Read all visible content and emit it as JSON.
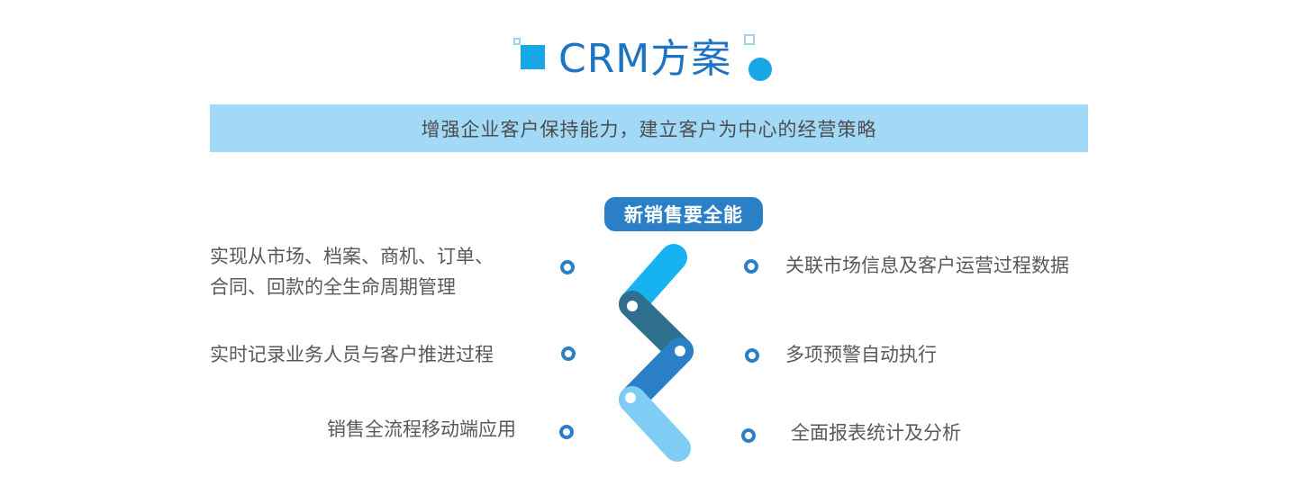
{
  "header": {
    "title": "CRM方案"
  },
  "banner": {
    "text": "增强企业客户保持能力，建立客户为中心的经营策略"
  },
  "center": {
    "pill_label": "新销售要全能"
  },
  "left_features": [
    {
      "text": "实现从市场、档案、商机、订单、\n合同、回款的全生命周期管理"
    },
    {
      "text": "实时记录业务人员与客户推进过程"
    },
    {
      "text": "销售全流程移动端应用"
    }
  ],
  "right_features": [
    {
      "text": "关联市场信息及客户运营过程数据"
    },
    {
      "text": "多项预警自动执行"
    },
    {
      "text": "全面报表统计及分析"
    }
  ],
  "colors": {
    "title": "#1e73c2",
    "banner_bg": "#a2d9f7",
    "pill_bg": "#2a7fc7",
    "accent": "#17a7e6",
    "zigzag_1": "#17b3f0",
    "zigzag_2": "#2f6f8e",
    "zigzag_3": "#2a7fc7",
    "zigzag_4": "#7fcdf5",
    "text": "#595959"
  }
}
